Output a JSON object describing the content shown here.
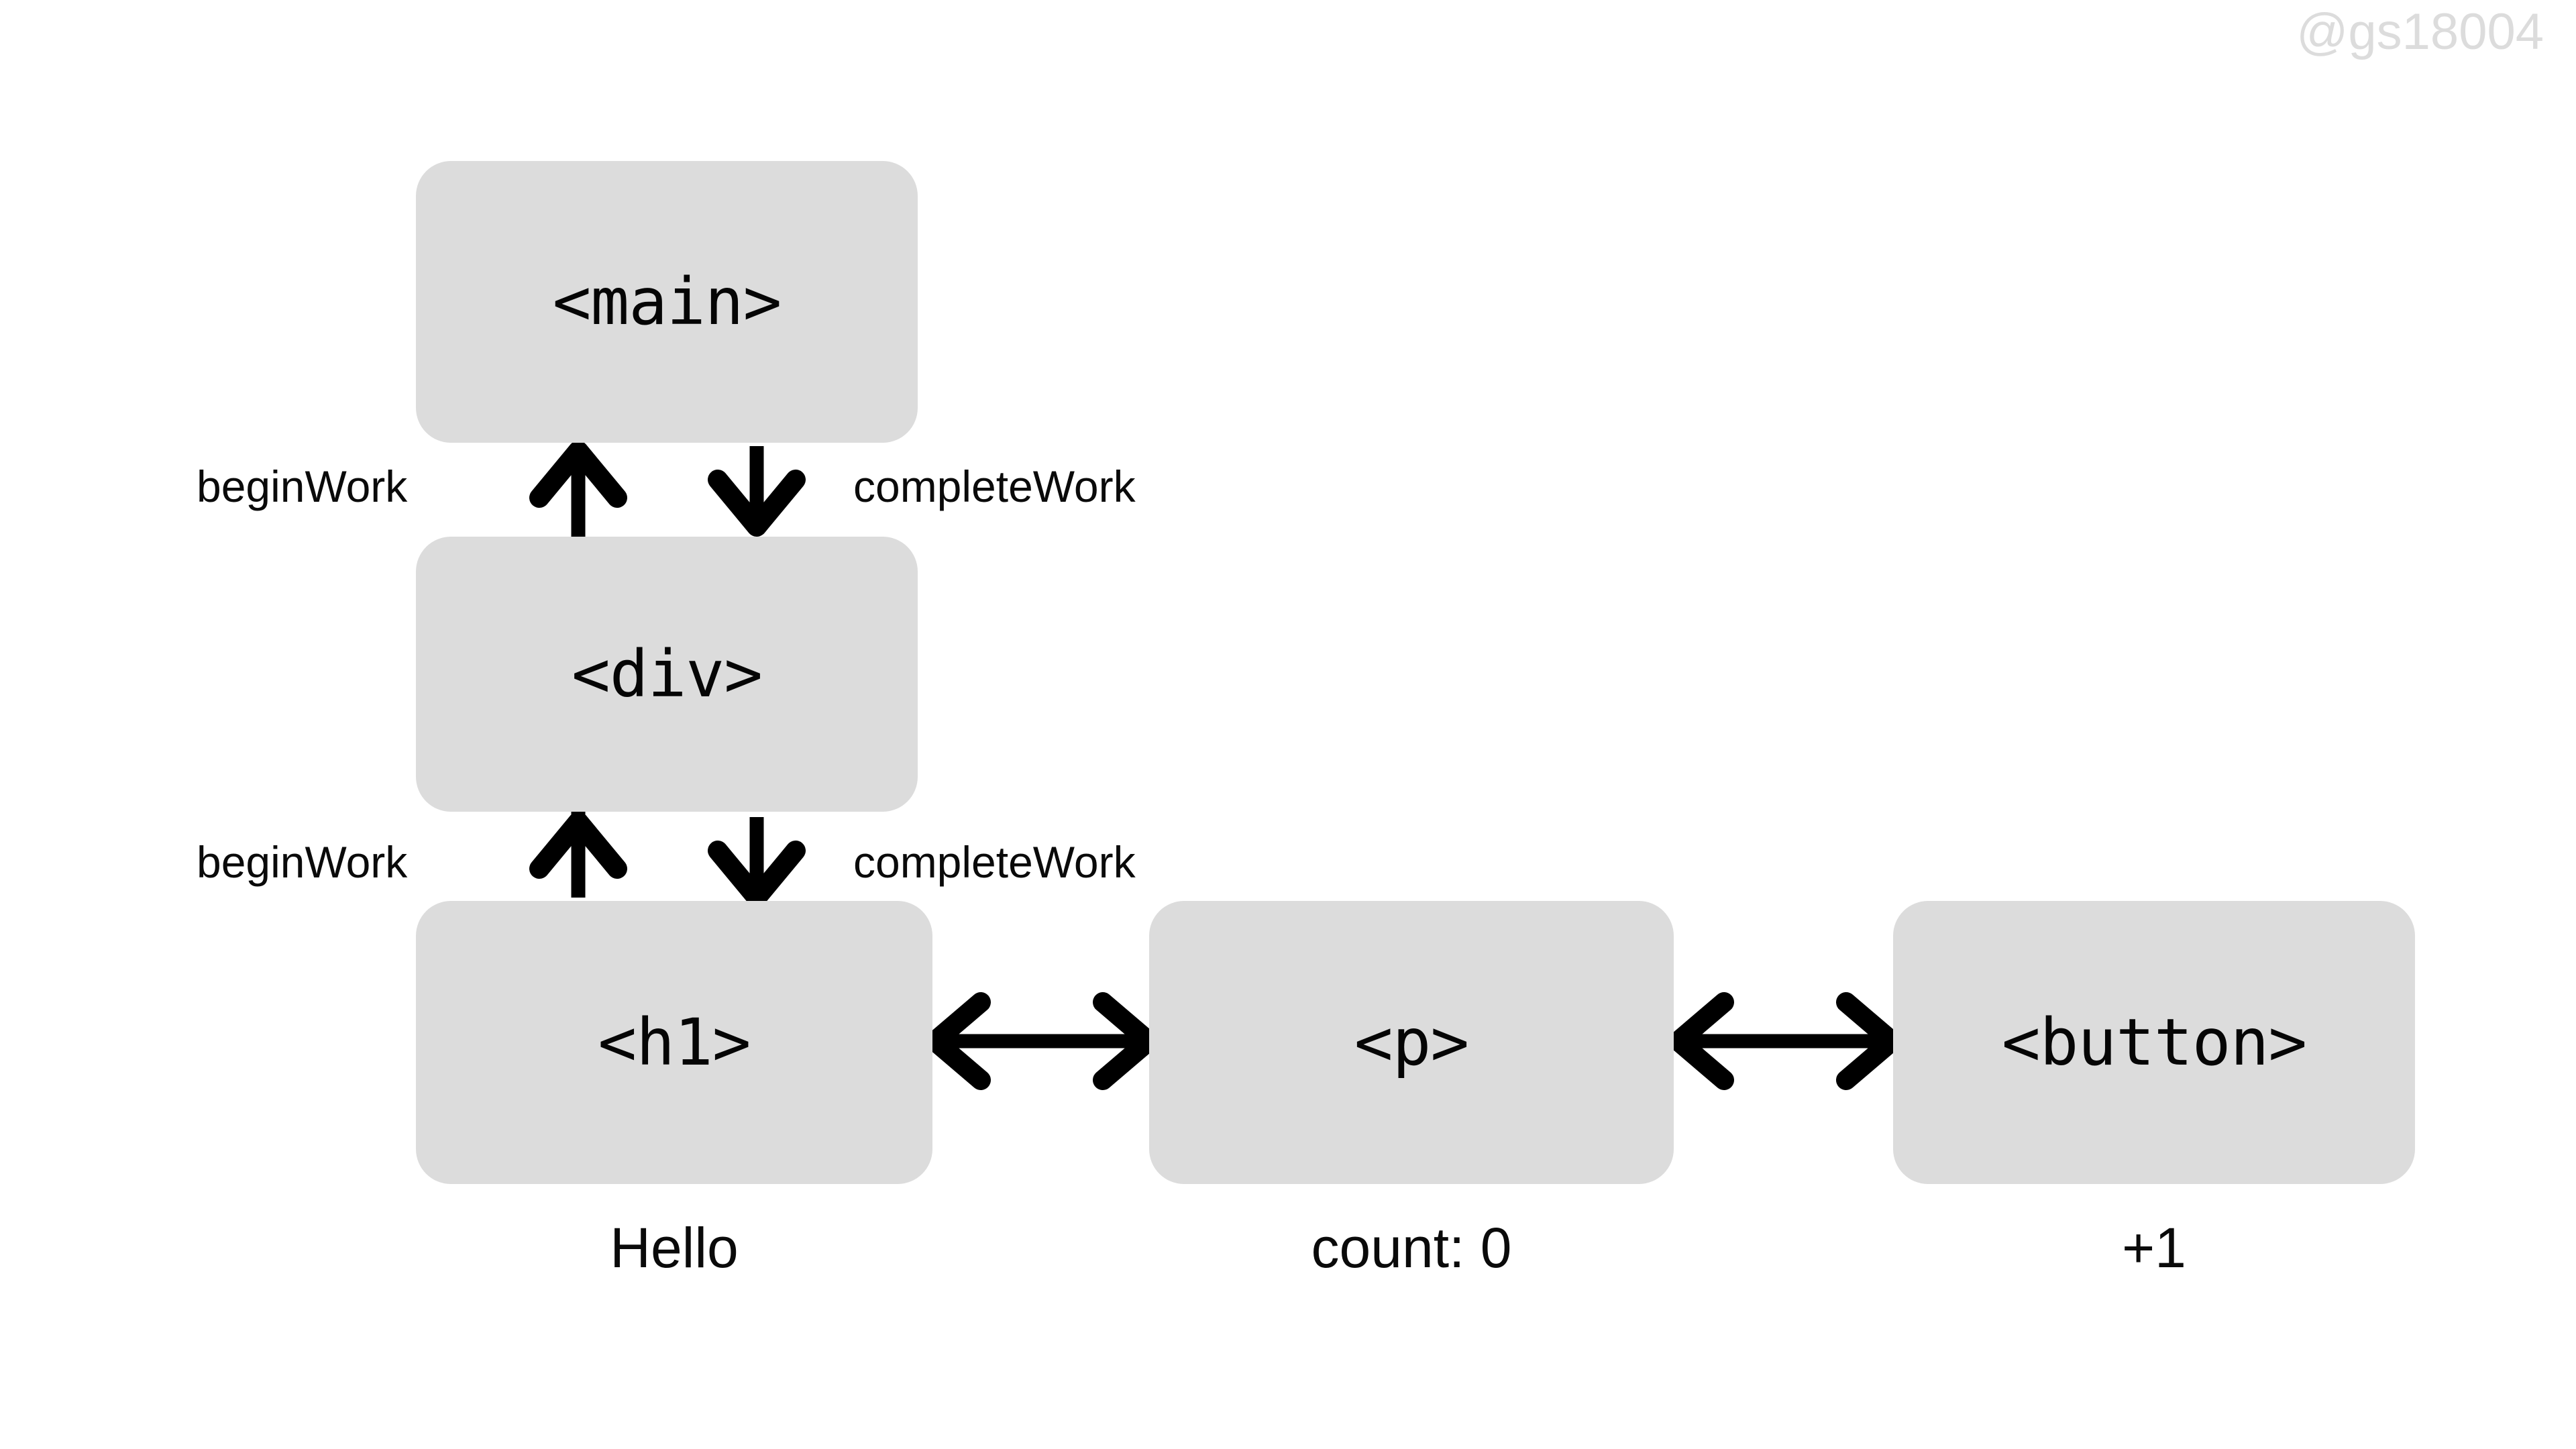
{
  "watermark": {
    "text": "@gs18004"
  },
  "colors": {
    "background": "#ffffff",
    "node_fill": "#dcdcdc",
    "text": "#0a0a0a",
    "arrow": "#000000",
    "watermark": "#dcdcdc"
  },
  "diagram": {
    "type": "react-fiber-traversal",
    "nodes": [
      {
        "id": "main",
        "label": "<main>",
        "caption": null
      },
      {
        "id": "div",
        "label": "<div>",
        "caption": null
      },
      {
        "id": "h1",
        "label": "<h1>",
        "caption": "Hello"
      },
      {
        "id": "p",
        "label": "<p>",
        "caption": "count: 0"
      },
      {
        "id": "button",
        "label": "<button>",
        "caption": "+1"
      }
    ],
    "vertical_edges": [
      {
        "from": "div",
        "to": "main",
        "label": "beginWork",
        "direction": "up"
      },
      {
        "from": "main",
        "to": "div",
        "label": "completeWork",
        "direction": "down"
      },
      {
        "from": "h1",
        "to": "div",
        "label": "beginWork",
        "direction": "up"
      },
      {
        "from": "div",
        "to": "h1",
        "label": "completeWork",
        "direction": "down"
      }
    ],
    "sibling_edges": [
      {
        "from": "h1",
        "to": "p",
        "direction": "both"
      },
      {
        "from": "p",
        "to": "button",
        "direction": "both"
      }
    ]
  },
  "labels": {
    "begin_work": "beginWork",
    "complete_work": "completeWork"
  }
}
